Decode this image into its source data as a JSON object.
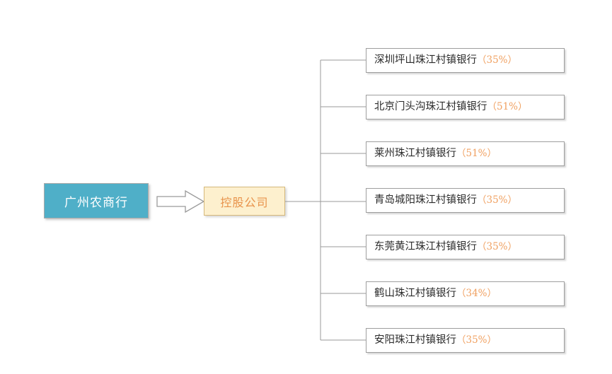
{
  "diagram": {
    "root": {
      "label": "广州农商行",
      "fill": "#4FAFC8",
      "text_color": "#FFFFFF"
    },
    "arrow": {
      "icon": "block-arrow-right-icon",
      "direction": "right",
      "fill": "#FFFFFF",
      "stroke": "#9A9A9A"
    },
    "holding": {
      "label": "控股公司",
      "fill": "#FDF0CE",
      "border": "#D6B97B",
      "text_color": "#E8924A"
    },
    "connector_color": "#9A9A9A",
    "percent_color": "#F0A060",
    "subsidiaries": [
      {
        "name": "深圳坪山珠江村镇银行",
        "percent": "（35%）",
        "share": 35
      },
      {
        "name": "北京门头沟珠江村镇银行",
        "percent": "（51%）",
        "share": 51
      },
      {
        "name": "莱州珠江村镇银行",
        "percent": "（51%）",
        "share": 51
      },
      {
        "name": "青岛城阳珠江村镇银行",
        "percent": "（35%）",
        "share": 35
      },
      {
        "name": "东莞黄江珠江村镇银行",
        "percent": "（35%）",
        "share": 35
      },
      {
        "name": "鹤山珠江村镇银行",
        "percent": "（34%）",
        "share": 34
      },
      {
        "name": "安阳珠江村镇银行",
        "percent": "（35%）",
        "share": 35
      }
    ]
  }
}
